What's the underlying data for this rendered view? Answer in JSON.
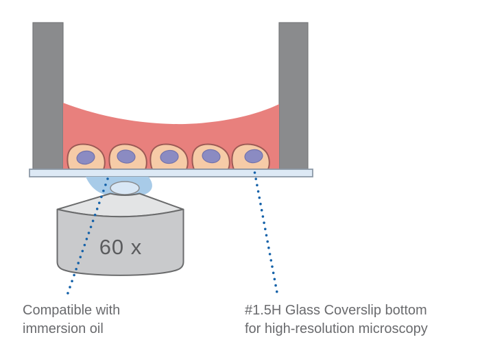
{
  "figure": {
    "objective_magnification": "60 x",
    "captions": {
      "left": {
        "line1": "Compatible with",
        "line2": "immersion oil"
      },
      "right": {
        "line1": "#1.5H Glass Coverslip bottom",
        "line2": "for high-resolution microscopy"
      }
    },
    "colors": {
      "wall": "#8a8b8d",
      "medium": "#e8807d",
      "cell_body": "#f6cba7",
      "cell_outline": "#9c5a55",
      "nucleus": "#8b8bc2",
      "coverslip": "#dde9f5",
      "coverslip_edge": "#8d99a7",
      "immersion_oil": "#a8cbe8",
      "front_lens": "#d9e7f5",
      "nose_cone": "#e3e4e5",
      "barrel": "#c9cacc",
      "leader_dot": "#1562a9",
      "caption_text": "#696a6d"
    }
  }
}
